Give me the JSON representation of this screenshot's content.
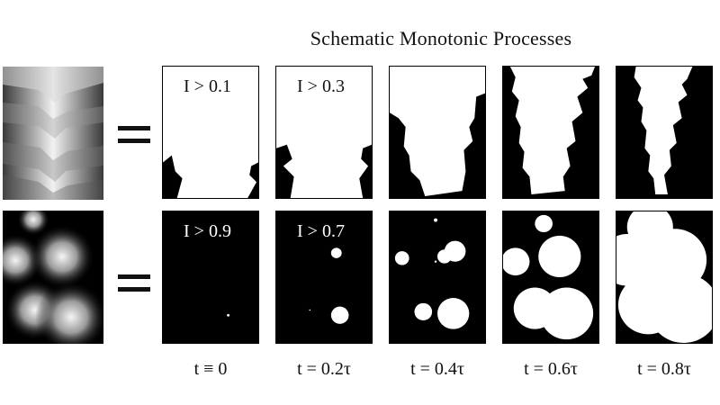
{
  "title": "Schematic Monotonic Processes",
  "threshold_labels": {
    "top_1": "I > 0.1",
    "top_2": "I > 0.3",
    "bottom_1": "I > 0.9",
    "bottom_2": "I > 0.7"
  },
  "time_labels": [
    "t ≡ 0",
    "t = 0.2τ",
    "t = 0.4τ",
    "t = 0.6τ",
    "t = 0.8τ"
  ],
  "colors": {
    "foreground": "#ffffff",
    "background": "#000000"
  }
}
